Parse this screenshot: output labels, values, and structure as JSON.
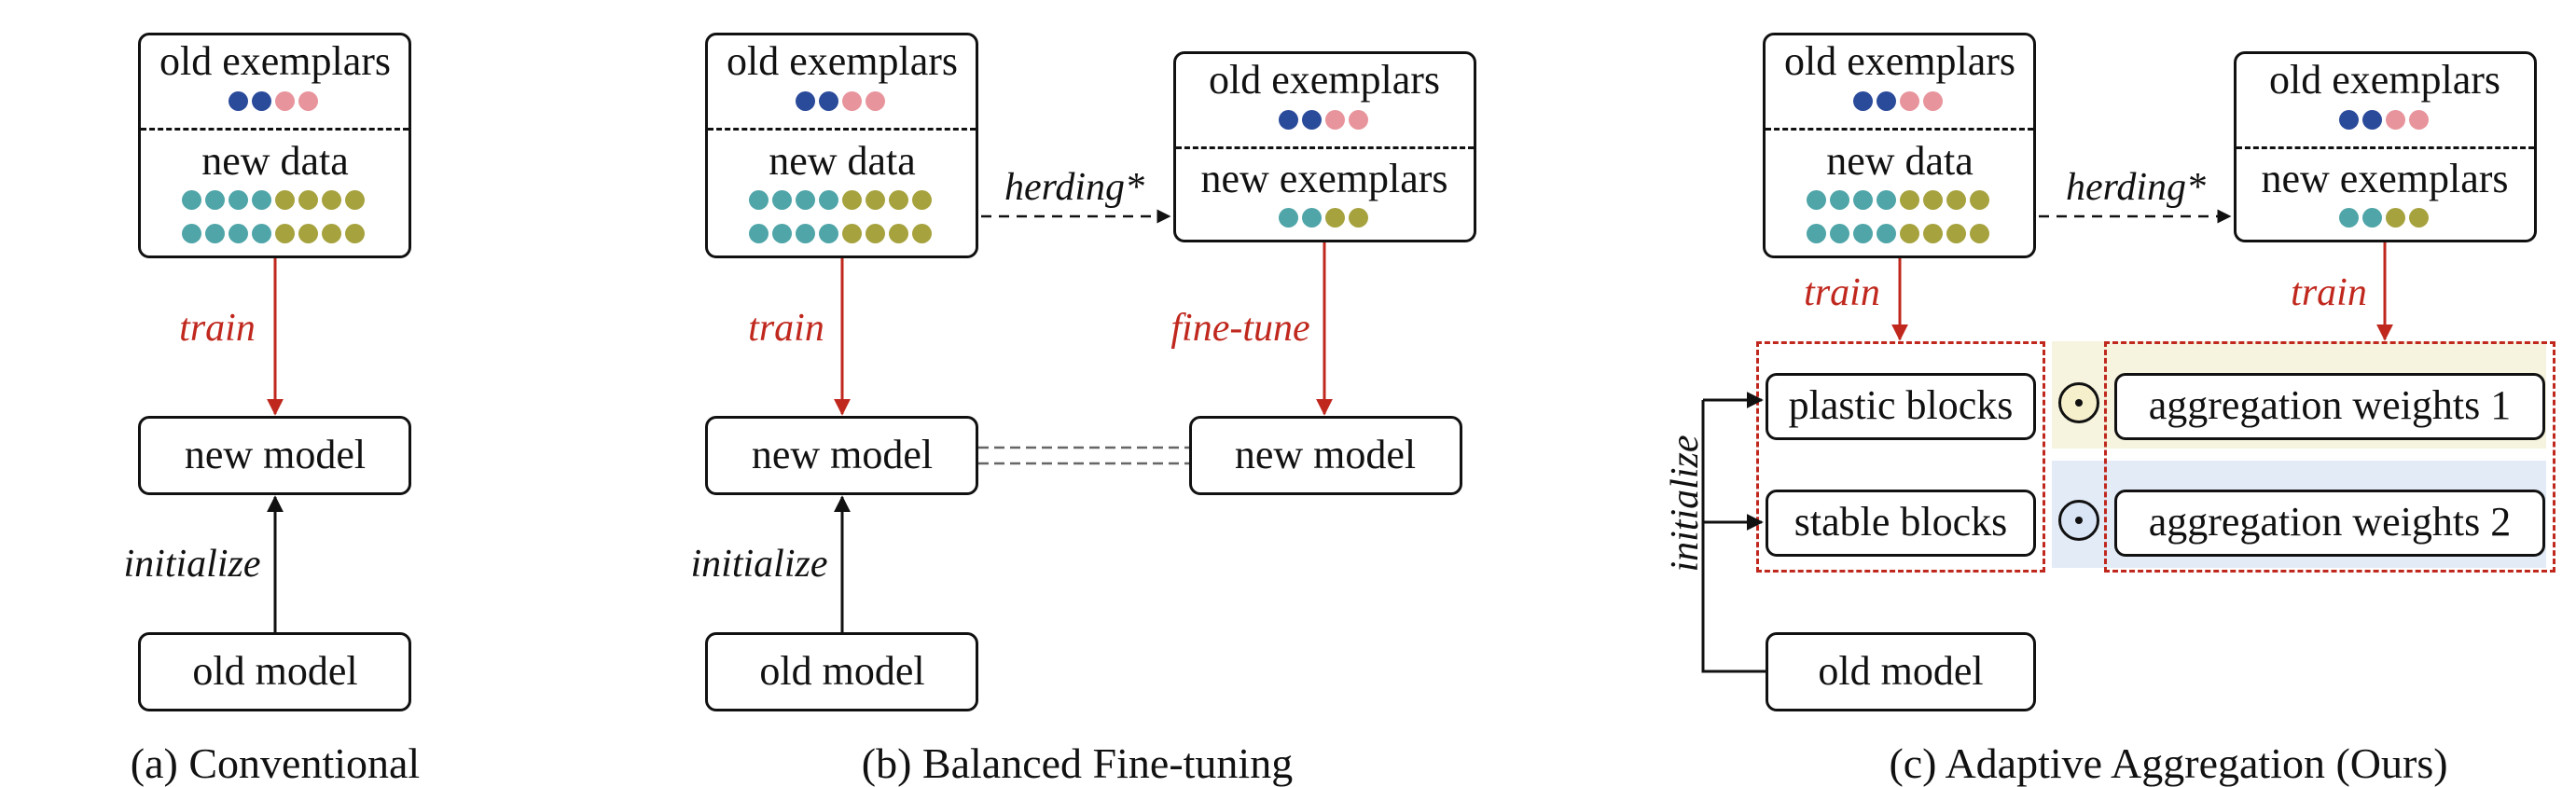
{
  "panel_a": {
    "old_exemplars": "old exemplars",
    "new_data": "new data",
    "train": "train",
    "new_model": "new model",
    "initialize": "initialize",
    "old_model": "old model",
    "caption": "(a) Conventional"
  },
  "panel_b": {
    "old_exemplars": "old exemplars",
    "new_data": "new data",
    "herding": "herding*",
    "old_exemplars_2": "old exemplars",
    "new_exemplars": "new exemplars",
    "train": "train",
    "fine_tune": "fine-tune",
    "new_model": "new model",
    "new_model_2": "new model",
    "initialize": "initialize",
    "old_model": "old model",
    "caption": "(b) Balanced Fine-tuning"
  },
  "panel_c": {
    "old_exemplars": "old exemplars",
    "new_data": "new data",
    "herding": "herding*",
    "old_exemplars_2": "old exemplars",
    "new_exemplars": "new exemplars",
    "train": "train",
    "train_2": "train",
    "plastic_blocks": "plastic blocks",
    "stable_blocks": "stable blocks",
    "aggregation_weights_1": "aggregation weights 1",
    "aggregation_weights_2": "aggregation weights 2",
    "initialize": "initialize",
    "old_model": "old model",
    "caption": "(c) Adaptive Aggregation (Ours)"
  },
  "colors": {
    "old_class_blue": "#2a4a9a",
    "old_class_pink": "#e8949c",
    "new_class_teal": "#4fa5a8",
    "new_class_olive": "#a6a23e",
    "accent_red": "#c0281e",
    "shade_yellow": "#f6f3de",
    "shade_blue": "#e3ebf6"
  }
}
